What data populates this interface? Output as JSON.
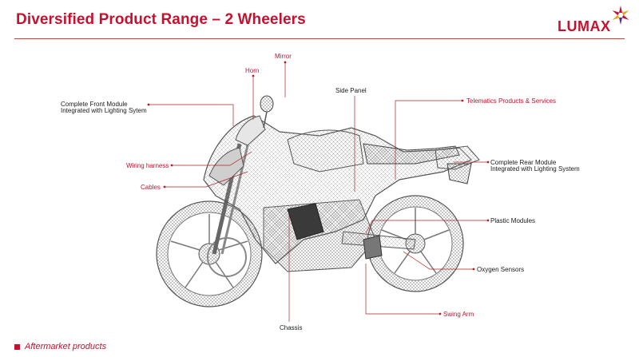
{
  "header": {
    "title": "Diversified Product Range – 2 Wheelers",
    "brand": "LUMAX"
  },
  "labels": {
    "mirror": "Mirror",
    "horn": "Horn",
    "front_module_line1": "Complete Front Module",
    "front_module_line2": "Integrated with Lighting Sytem",
    "side_panel": "Side Panel",
    "telematics": "Telematics Products & Services",
    "rear_module_line1": "Complete Rear Module",
    "rear_module_line2": "Integrated with Lighting System",
    "wiring_harness": "Wiring harness",
    "cables": "Cables",
    "plastic_modules": "Plastic Modules",
    "oxygen_sensors": "Oxygen Sensors",
    "swing_arm": "Swing Arm",
    "chassis": "Chassis"
  },
  "footer": {
    "text": "Aftermarket products"
  },
  "colors": {
    "accent": "#c8102e",
    "line": "#b22222",
    "dark_text": "#1a1a1a"
  }
}
